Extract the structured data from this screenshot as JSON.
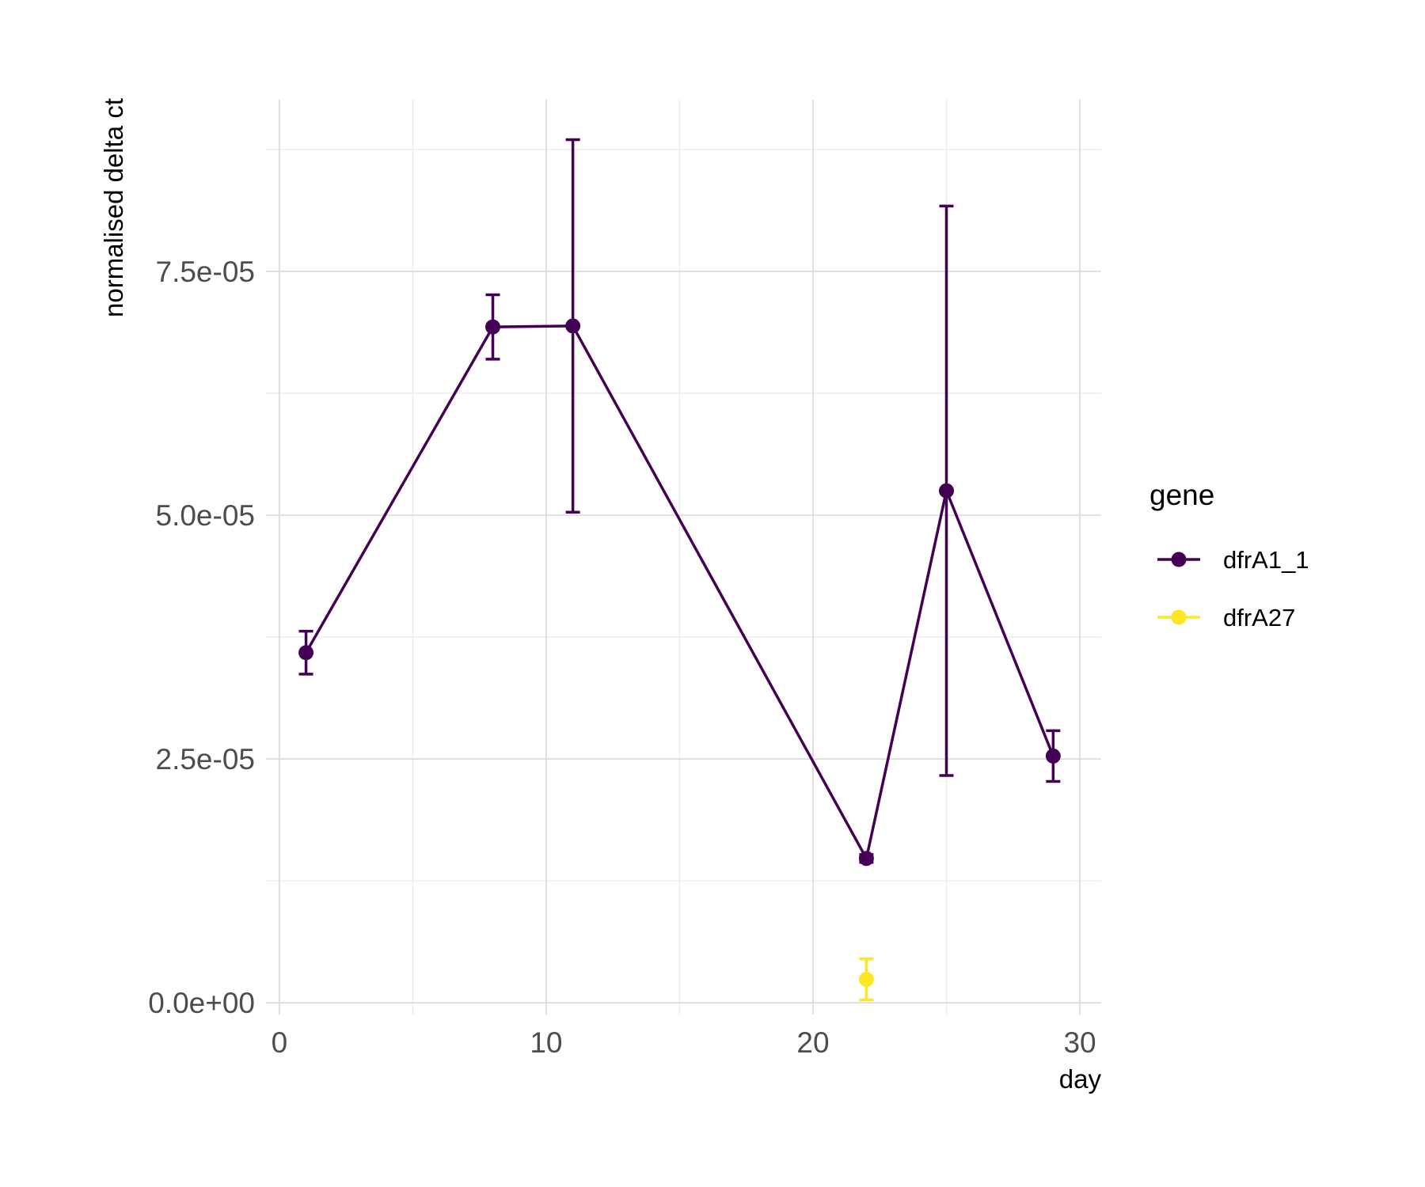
{
  "chart_data": {
    "type": "line",
    "xlabel": "day",
    "ylabel": "normalised delta ct",
    "xlim": [
      -0.5,
      30.8
    ],
    "ylim": [
      -1.2e-06,
      9.26e-05
    ],
    "x_ticks": [
      0,
      10,
      20,
      30
    ],
    "y_ticks": [
      0,
      2.5e-05,
      5e-05,
      7.5e-05
    ],
    "x_tick_labels": [
      "0",
      "10",
      "20",
      "30"
    ],
    "y_tick_labels": [
      "0.0e+00",
      "2.5e-05",
      "5.0e-05",
      "7.5e-05"
    ],
    "x_minor_ticks": [
      5,
      15,
      25
    ],
    "y_minor_ticks": [
      1.25e-05,
      3.75e-05,
      6.25e-05,
      8.75e-05
    ],
    "grid": true,
    "legend": {
      "title": "gene",
      "placement": "right"
    },
    "series": [
      {
        "name": "dfrA1_1",
        "color": "#440154",
        "line": true,
        "points": [
          {
            "x": 1,
            "y": 3.59e-05,
            "ymin": 3.37e-05,
            "ymax": 3.81e-05
          },
          {
            "x": 8,
            "y": 6.93e-05,
            "ymin": 6.6e-05,
            "ymax": 7.26e-05
          },
          {
            "x": 11,
            "y": 6.94e-05,
            "ymin": 5.03e-05,
            "ymax": 8.85e-05
          },
          {
            "x": 22,
            "y": 1.48e-05,
            "ymin": 1.44e-05,
            "ymax": 1.52e-05
          },
          {
            "x": 25,
            "y": 5.25e-05,
            "ymin": 2.33e-05,
            "ymax": 8.17e-05
          },
          {
            "x": 29,
            "y": 2.53e-05,
            "ymin": 2.27e-05,
            "ymax": 2.79e-05
          }
        ]
      },
      {
        "name": "dfrA27",
        "color": "#FDE725",
        "line": true,
        "points": [
          {
            "x": 22,
            "y": 2.4e-06,
            "ymin": 3e-07,
            "ymax": 4.5e-06
          }
        ]
      }
    ]
  }
}
